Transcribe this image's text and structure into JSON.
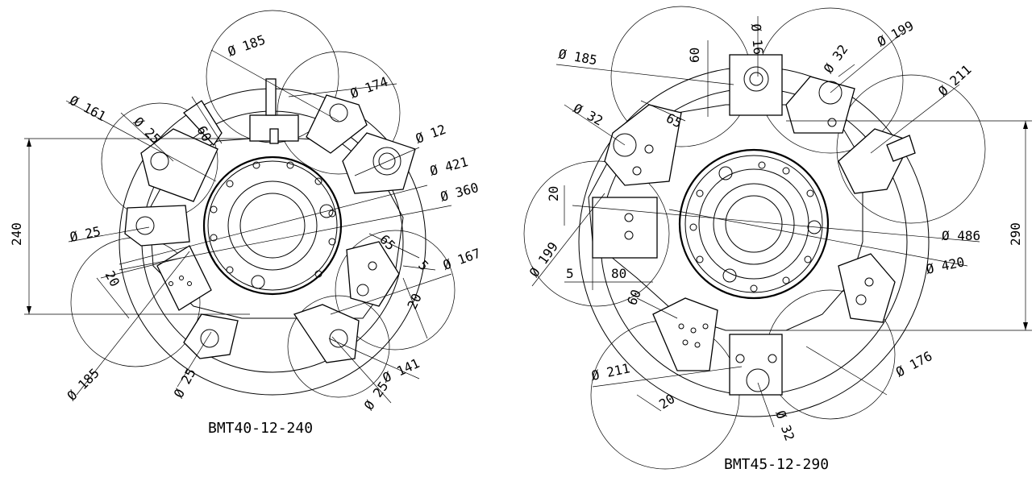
{
  "left": {
    "caption": "BMT40-12-240",
    "dims": {
      "d185_top": "Ø 185",
      "d174": "Ø 174",
      "d161": "Ø 161",
      "d25_a": "Ø 25",
      "v60": "60",
      "d12": "Ø 12",
      "d421": "Ø 421",
      "d360": "Ø 360",
      "v240": "240",
      "d25_b": "Ø 25",
      "v65": "65",
      "v5": "5",
      "d167": "Ø 167",
      "v20_a": "20",
      "v20_b": "20",
      "d185_bot": "Ø 185",
      "d25_c": "Ø 25",
      "d141": "Ø 141",
      "d25_d": "Ø 25"
    }
  },
  "right": {
    "caption": "BMT45-12-290",
    "dims": {
      "d16": "Ø 16",
      "d199_top": "Ø 199",
      "d185": "Ø 185",
      "v60_top": "60",
      "d32_a": "Ø 32",
      "d211_top": "Ø 211",
      "d32_b": "Ø 32",
      "v65": "65",
      "v20": "20",
      "v290": "290",
      "d486": "Ø 486",
      "d199_left": "Ø 199",
      "d420": "Ø 420",
      "v5": "5",
      "v80": "80",
      "v60_bot": "60",
      "d211_bot": "Ø 211",
      "v20_b": "20",
      "d176": "Ø 176",
      "d32_c": "Ø 32"
    }
  }
}
